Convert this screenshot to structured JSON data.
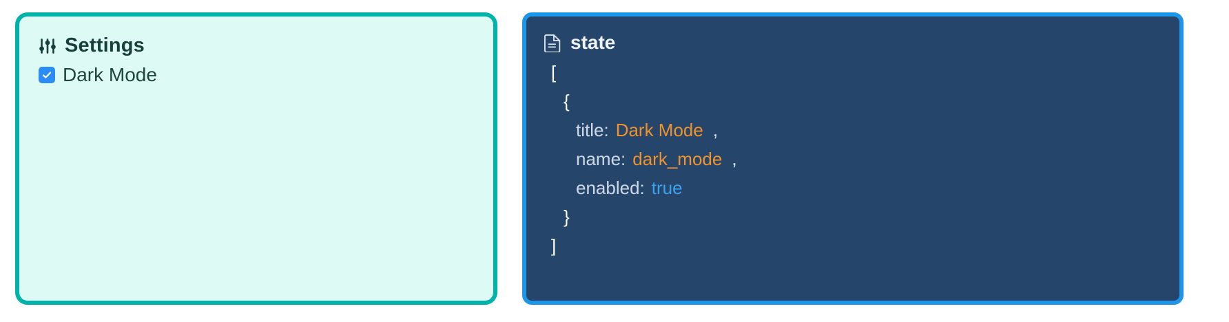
{
  "settings": {
    "icon": "sliders-icon",
    "title": "Settings",
    "items": [
      {
        "label": "Dark Mode",
        "checked": true,
        "check_glyph": "check-icon"
      }
    ],
    "colors": {
      "border": "#00b3a8",
      "background": "#defaf4",
      "title_text": "#17403c",
      "checkbox_fill": "#2b8cf5"
    }
  },
  "state": {
    "icon": "document-icon",
    "title": "state",
    "colors": {
      "border": "#1e96e8",
      "background": "#26456b",
      "title_text": "#eef3f9",
      "key_text": "#cfd9e6",
      "string_value": "#f0932b",
      "boolean_value": "#3ba3ee",
      "punctuation": "#ffffff"
    },
    "tree": {
      "open_bracket": "[",
      "open_brace": "{",
      "close_brace": "}",
      "close_bracket": "]",
      "comma": ",",
      "fields": [
        {
          "key": "title:",
          "value": "Dark Mode",
          "type": "string",
          "comma": ","
        },
        {
          "key": "name:",
          "value": "dark_mode",
          "type": "string",
          "comma": ","
        },
        {
          "key": "enabled:",
          "value": "true",
          "type": "boolean",
          "comma": ""
        }
      ]
    }
  }
}
